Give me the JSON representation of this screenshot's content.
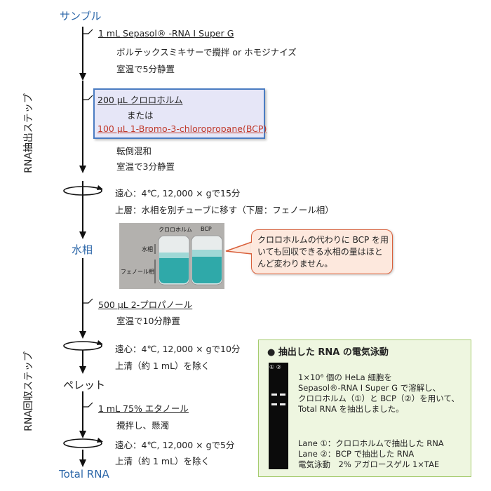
{
  "stages": {
    "sample": "サンプル",
    "aqueous": "水相",
    "pellet": "ペレット",
    "total_rna": "Total RNA"
  },
  "side_labels": {
    "extraction": "RNA抽出ステップ",
    "recovery": "RNA回収ステップ"
  },
  "steps": {
    "s1_reagent": "1 mL  Sepasol® -RNA I Super G",
    "s1_line1": "ボルテックスミキサーで攪拌 or ホモジナイズ",
    "s1_line2": "室温で5分静置",
    "box_line1": "200 µL  クロロホルム",
    "box_line2": "または",
    "box_line3": "100 µL 1-Bromo-3-chloropropane(BCP)",
    "s2_line1": "転倒混和",
    "s2_line2": "室温で3分静置",
    "c1_line1": "遠心：4℃, 12,000 × gで15分",
    "c1_line2": "上層：水相を別チューブに移す（下層：フェノール相）",
    "s3_reagent": "500 µL  2-プロパノール",
    "s3_line1": "室温で10分静置",
    "c2_line1": "遠心：4℃, 12,000 × gで10分",
    "c2_line2": "上清（約 1 mL）を除く",
    "s4_reagent": "1 mL  75% エタノール",
    "s4_line1": "攪拌し、懸濁",
    "c3_line1": "遠心：4℃, 12,000 × gで5分",
    "c3_line2": "上清（約 1 mL）を除く"
  },
  "photo": {
    "label_chloroform": "クロロホルム",
    "label_bcp": "BCP",
    "label_aqueous": "水相",
    "label_phenol": "フェノール相"
  },
  "callout": {
    "text": "クロロホルムの代わりに BCP を用いても回収できる水相の量はほとんど変わりません。"
  },
  "gel_panel": {
    "title": "● 抽出した RNA の電気泳動",
    "lane_marks": "① ②",
    "desc1": "1×10⁶ 個の HeLa 細胞を",
    "desc2": "Sepasol®-RNA I Super G で溶解し、",
    "desc3": "クロロホルム（①）と BCP（②）を用いて、Total RNA を抽出しました。",
    "lane1": "Lane ①：クロロホルムで抽出した RNA",
    "lane2": "Lane ②：BCP で抽出した RNA",
    "conditions": "電気泳動　2% アガロースゲル 1×TAE"
  },
  "colors": {
    "stage_blue": "#2b66a8",
    "box_border": "#4a7cc2",
    "box_fill": "#e6e6f7",
    "callout_fill": "#fde8dd",
    "callout_border": "#d9603b",
    "panel_fill": "#eef6e0",
    "panel_border": "#a6cc6f",
    "aqueous_teal": "#2fa9a9"
  }
}
